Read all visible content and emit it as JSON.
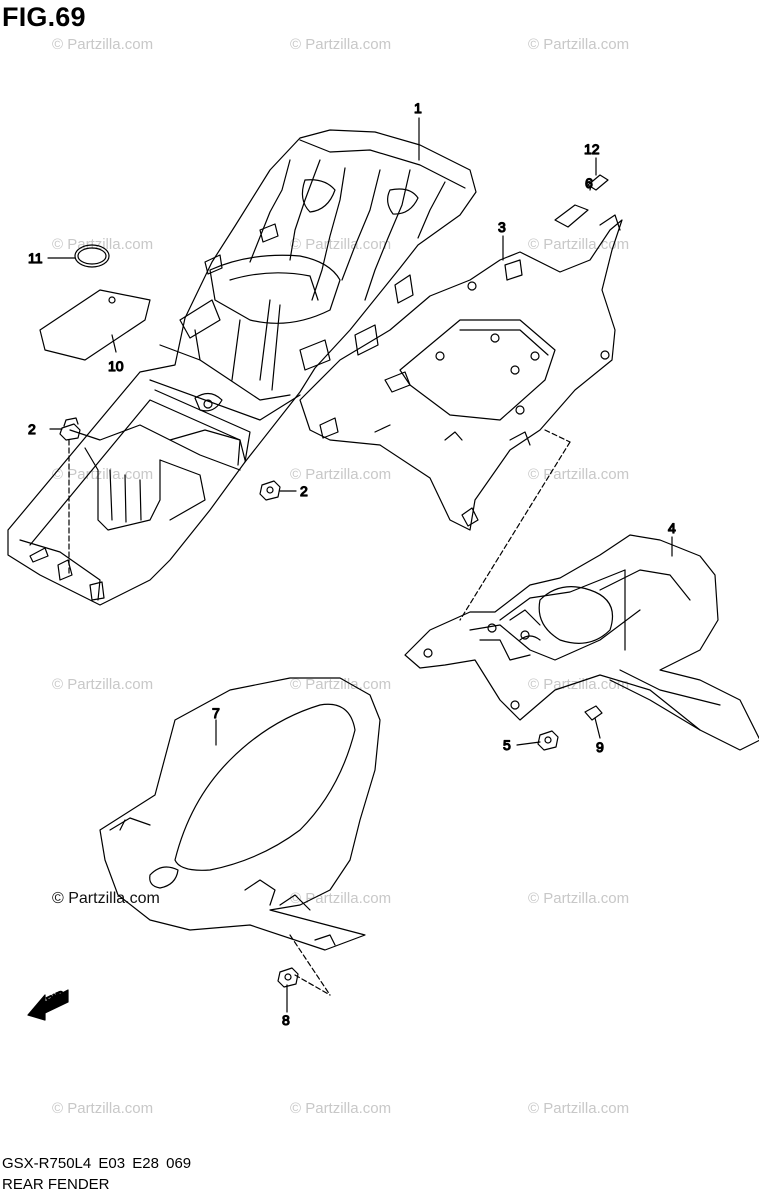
{
  "title": "FIG.69",
  "footer": {
    "code": "GSX-R750L4  E03  E28  069",
    "name": "REAR FENDER"
  },
  "watermark": "© Partzilla.com",
  "arrow_label": "FWD",
  "callouts": [
    "1",
    "2",
    "2",
    "3",
    "4",
    "5",
    "6",
    "7",
    "8",
    "9",
    "10",
    "11",
    "12"
  ],
  "colors": {
    "line": "#000000",
    "background": "#ffffff",
    "watermark": "#c8c8c8"
  }
}
